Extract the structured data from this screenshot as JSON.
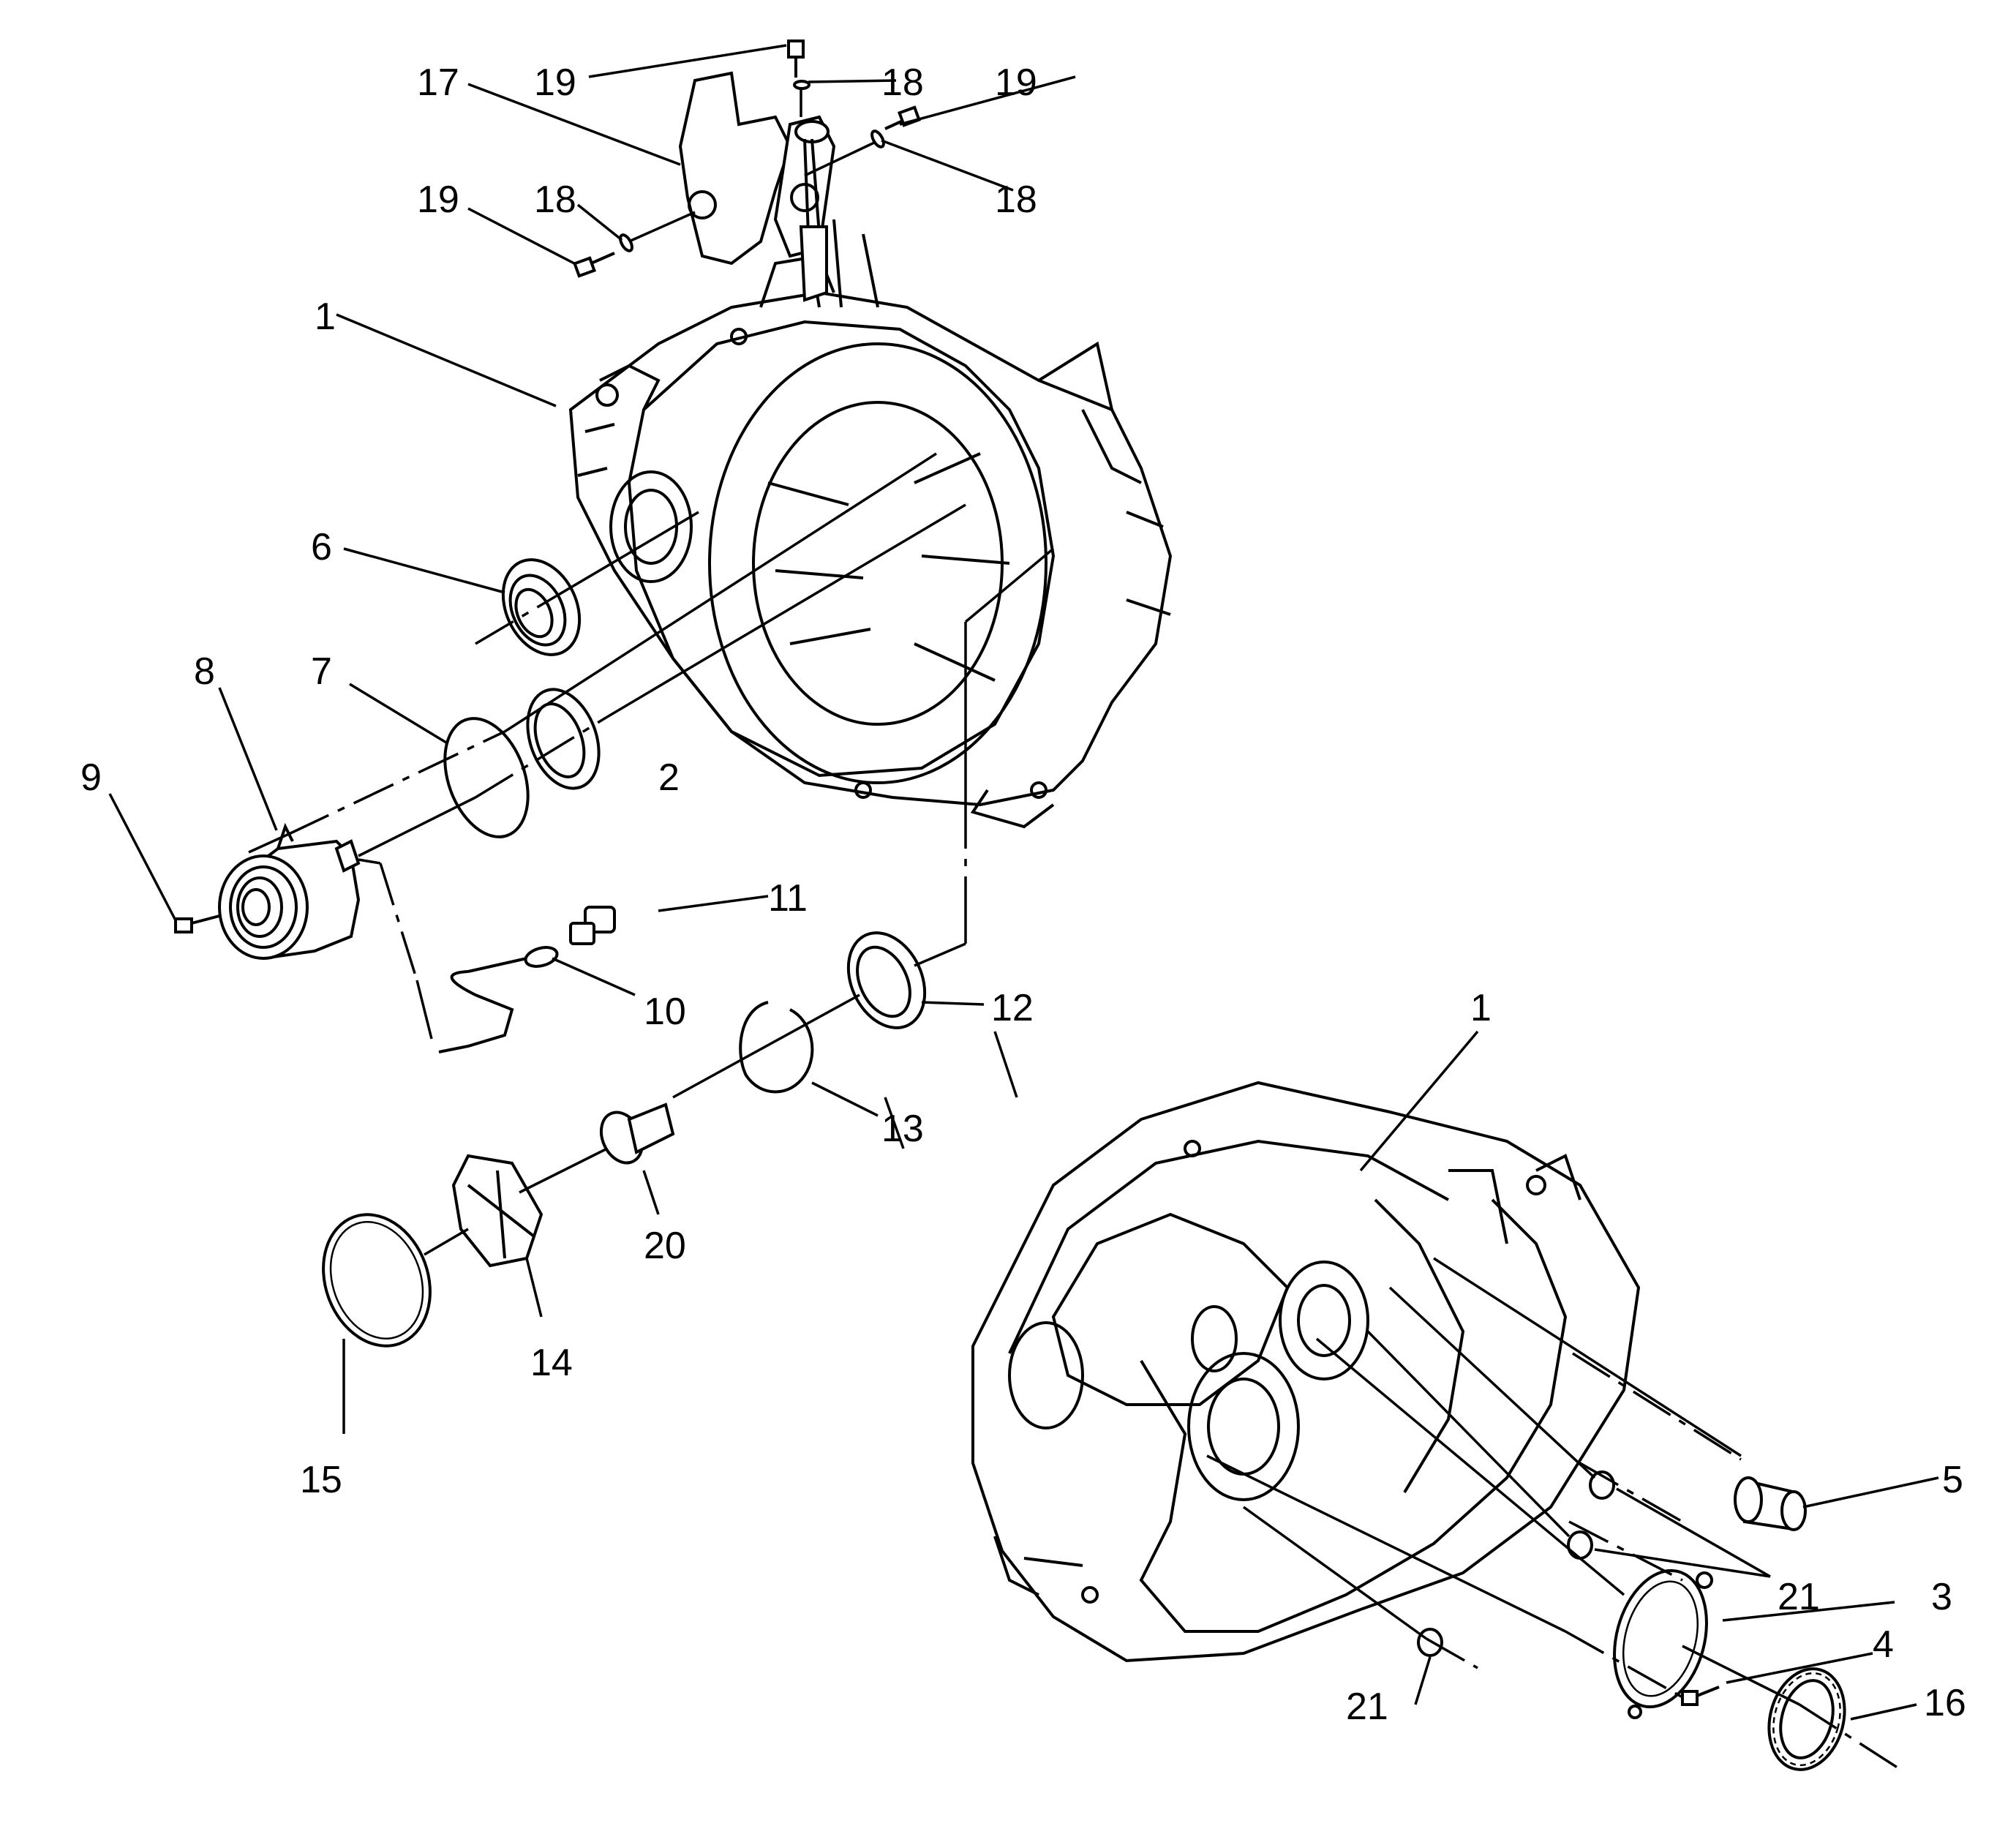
{
  "callouts": {
    "c1a": "1",
    "c1b": "1",
    "c2": "2",
    "c3": "3",
    "c4": "4",
    "c5": "5",
    "c6": "6",
    "c7": "7",
    "c8": "8",
    "c9": "9",
    "c10": "10",
    "c11": "11",
    "c12": "12",
    "c13": "13",
    "c14": "14",
    "c15": "15",
    "c16": "16",
    "c17": "17",
    "c18a": "18",
    "c18b": "18",
    "c18c": "18",
    "c19a": "19",
    "c19b": "19",
    "c19c": "19",
    "c20": "20",
    "c21a": "21",
    "c21b": "21"
  }
}
